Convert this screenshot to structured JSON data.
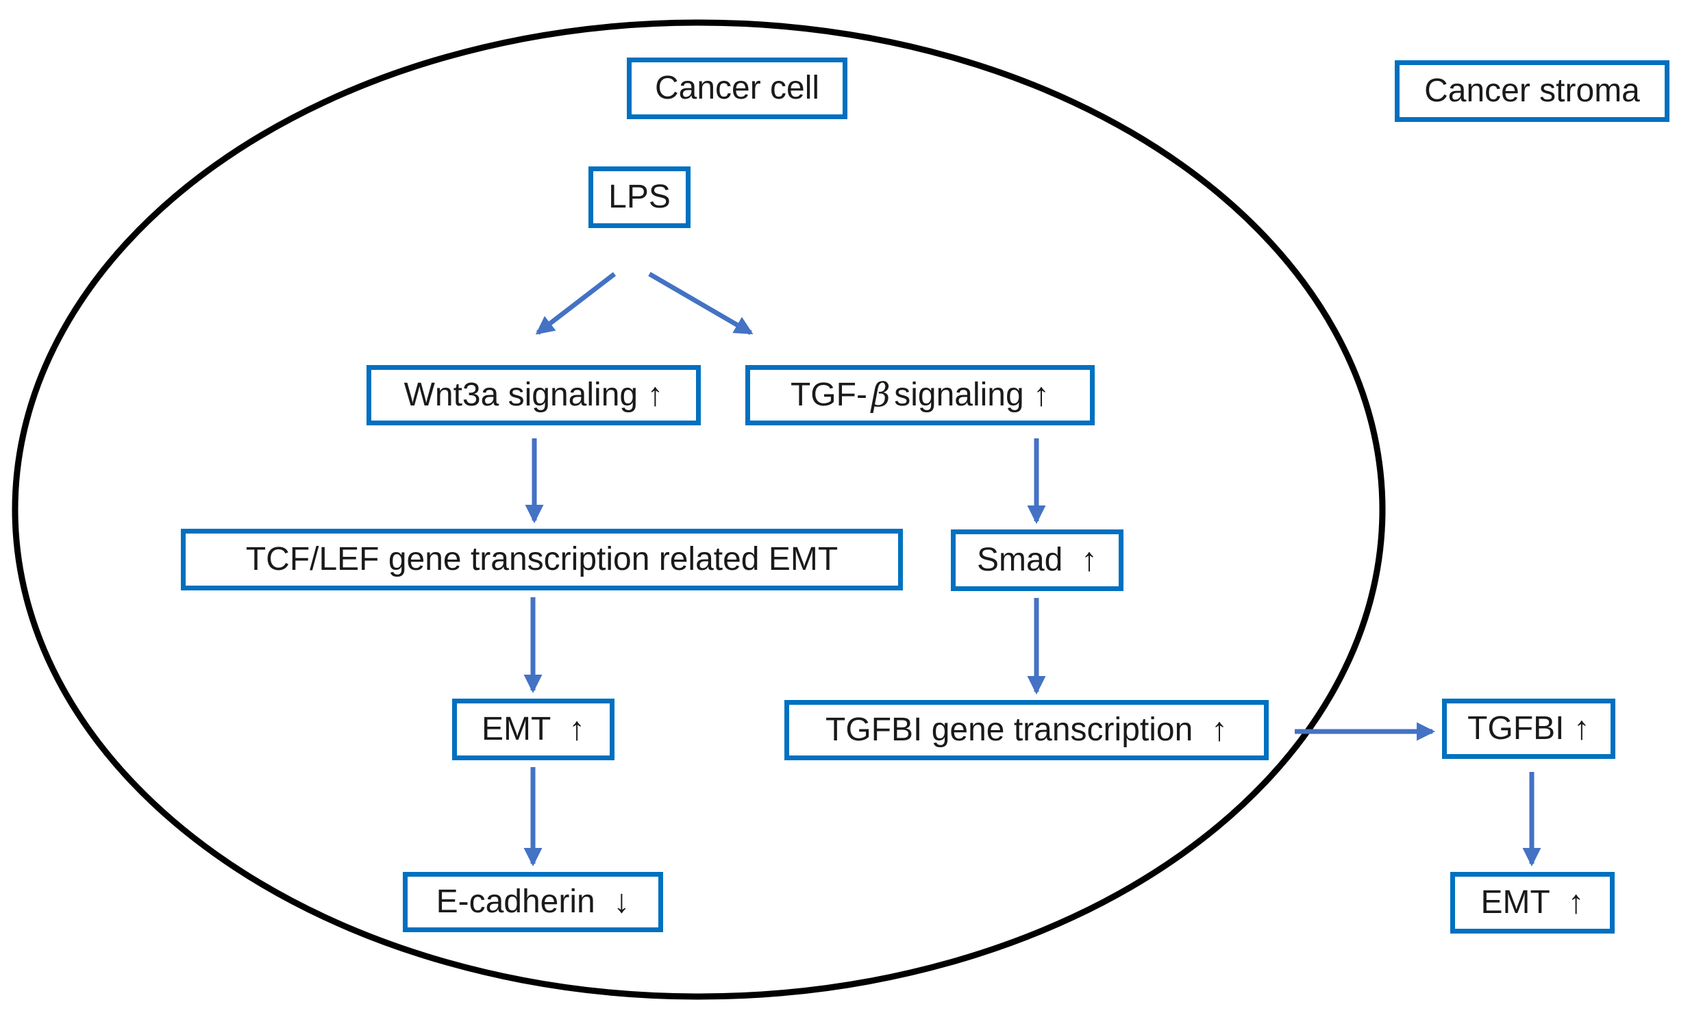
{
  "diagram": {
    "kind": "signaling-pathway",
    "regions": {
      "cancer_cell": {
        "label": "Cancer cell"
      },
      "cancer_stroma": {
        "label": "Cancer stroma"
      }
    },
    "nodes": {
      "lps": {
        "label": "LPS"
      },
      "wnt3a": {
        "label": "Wnt3a signaling ↑"
      },
      "tgfb": {
        "prefix": "TGF-",
        "beta": "β",
        "suffix": "signaling ↑"
      },
      "tcflef": {
        "label": "TCF/LEF gene transcription related EMT"
      },
      "smad": {
        "label": "Smad  ↑"
      },
      "emt_cell": {
        "label": "EMT  ↑"
      },
      "tgfbi_gene": {
        "label": "TGFBI gene transcription  ↑"
      },
      "tgfbi_stroma": {
        "label": "TGFBI ↑"
      },
      "ecadherin": {
        "label": "E-cadherin  ↓"
      },
      "emt_stroma": {
        "label": "EMT  ↑"
      }
    },
    "edges": [
      {
        "from": "LPS",
        "to": "Wnt3a signaling"
      },
      {
        "from": "LPS",
        "to": "TGF-β signaling"
      },
      {
        "from": "Wnt3a signaling",
        "to": "TCF/LEF gene transcription related EMT"
      },
      {
        "from": "TGF-β signaling",
        "to": "Smad"
      },
      {
        "from": "TCF/LEF gene transcription related EMT",
        "to": "EMT (cancer cell)"
      },
      {
        "from": "Smad",
        "to": "TGFBI gene transcription"
      },
      {
        "from": "EMT (cancer cell)",
        "to": "E-cadherin"
      },
      {
        "from": "TGFBI gene transcription",
        "to": "TGFBI (cancer stroma)"
      },
      {
        "from": "TGFBI (cancer stroma)",
        "to": "EMT (cancer stroma)"
      }
    ]
  },
  "colors": {
    "box_border": "#0070C0",
    "arrow": "#4472C4",
    "ellipse": "#000000",
    "text": "#1A1A1A",
    "background": "#FFFFFF"
  }
}
